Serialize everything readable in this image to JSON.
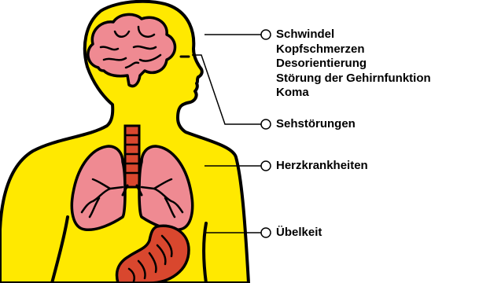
{
  "labels": {
    "head_symptoms": [
      "Schwindel",
      "Kopfschmerzen",
      "Desorientierung",
      "Störung der Gehirnfunktion",
      "Koma"
    ],
    "eyes": "Sehstörungen",
    "heart": "Herzkrankheiten",
    "stomach": "Übelkeit"
  },
  "colors": {
    "body": "#ffe900",
    "outline": "#000000",
    "brain": "#ef8a92",
    "lungs": "#ef8a92",
    "trachea": "#d9472e",
    "stomach": "#d9472e"
  }
}
